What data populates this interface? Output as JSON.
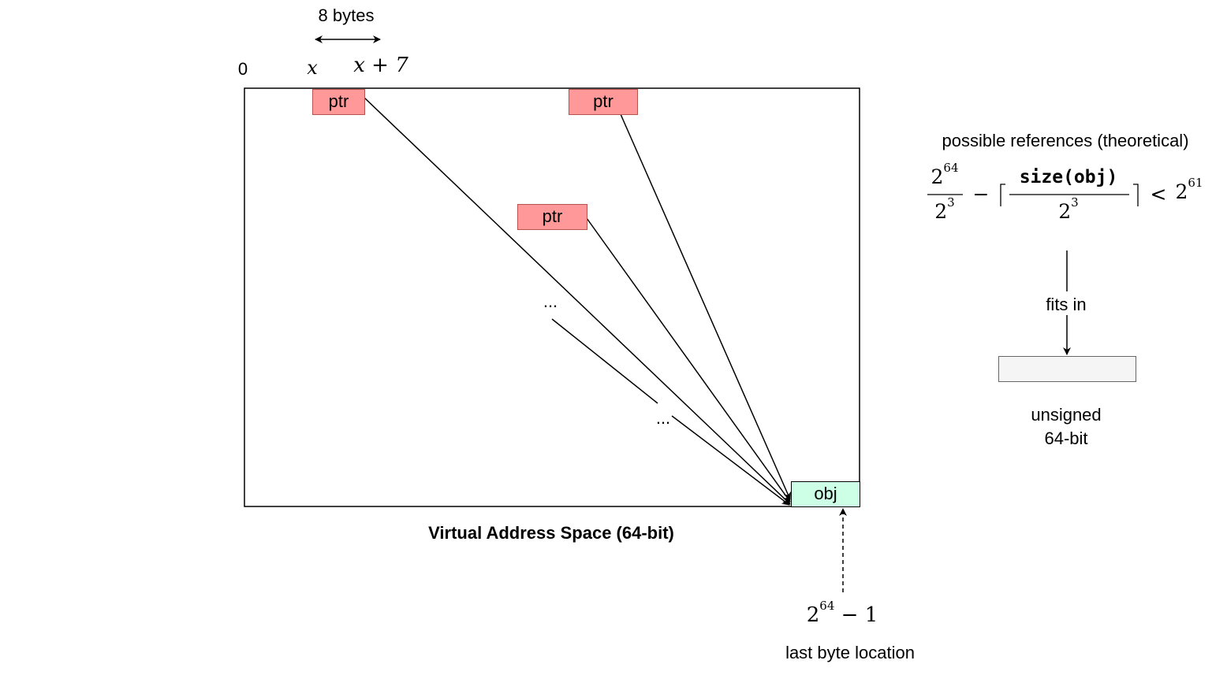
{
  "labels": {
    "eight_bytes": "8 bytes",
    "zero": "0",
    "x": "x",
    "x_plus_7": "x + 7",
    "ptr": "ptr",
    "obj": "obj",
    "ellipsis": "...",
    "space_title": "Virtual Address Space (64-bit)",
    "last_byte_expr_base": "2",
    "last_byte_expr_exp": "64",
    "last_byte_expr_rest": " − 1",
    "last_byte": "last byte location",
    "possible_refs": "possible references (theoretical)",
    "fits_in": "fits in",
    "unsigned_line1": "unsigned",
    "unsigned_line2": "64-bit"
  },
  "formula": {
    "num1_base": "2",
    "num1_exp": "64",
    "den1_base": "2",
    "den1_exp": "3",
    "minus": "−",
    "num2": "size(obj)",
    "den2_base": "2",
    "den2_exp": "3",
    "lt": "<",
    "rhs_base": "2",
    "rhs_exp": "61"
  },
  "colors": {
    "ptr_fill": "#ff9999",
    "obj_fill": "#ccffe6",
    "register_fill": "#f5f5f5"
  }
}
